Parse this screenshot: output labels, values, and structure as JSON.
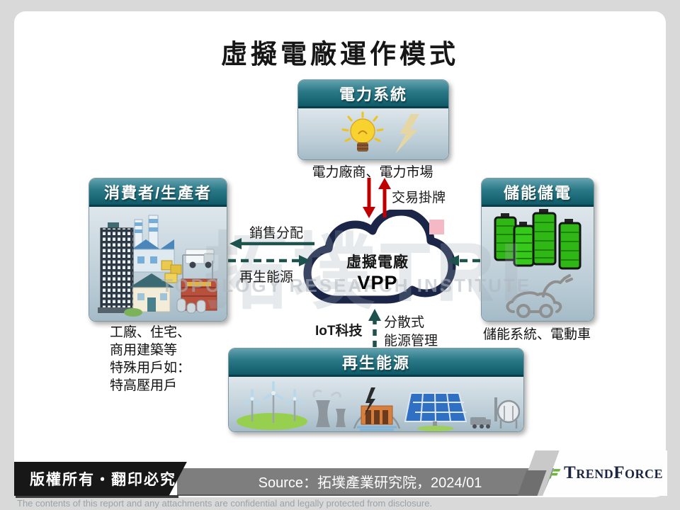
{
  "title": "虛擬電廠運作模式",
  "boxes": {
    "power": {
      "header": "電力系統",
      "caption": "電力廠商、電力市場"
    },
    "consumer": {
      "header": "消費者/生產者",
      "caption1": "工廠、住宅、",
      "caption2": "商用建築等",
      "caption3": "特殊用戶如：",
      "caption4": "特高壓用戶"
    },
    "storage": {
      "header": "儲能儲電",
      "caption": "儲能系統、電動車"
    },
    "renewable": {
      "header": "再生能源"
    }
  },
  "cloud": {
    "name": "虛擬電廠",
    "abbr": "VPP"
  },
  "labels": {
    "trading": "交易掛牌",
    "sales": "銷售分配",
    "renewable_energy": "再生能源",
    "iot": "IoT科技",
    "distributed_line1": "分散式",
    "distributed_line2": "能源管理"
  },
  "watermark": {
    "cjk": "拓墣TRI",
    "institute": "TOPOLOGY RESEARCH INSTITUTE"
  },
  "footer": {
    "copyright": "版權所有・翻印必究",
    "source": "Source：拓墣產業研究院，2024/01",
    "brand": "TrendForce",
    "disclaimer": "The contents of this report and any attachments are confidential and legally protected from disclosure."
  },
  "colors": {
    "header_teal": "#0e5a68",
    "arrow_red": "#c00000",
    "arrow_teal": "#1e524d",
    "cloud_navy": "#1a2547",
    "battery_green": "#35c418",
    "accent_pink": "#f4b9c4"
  }
}
